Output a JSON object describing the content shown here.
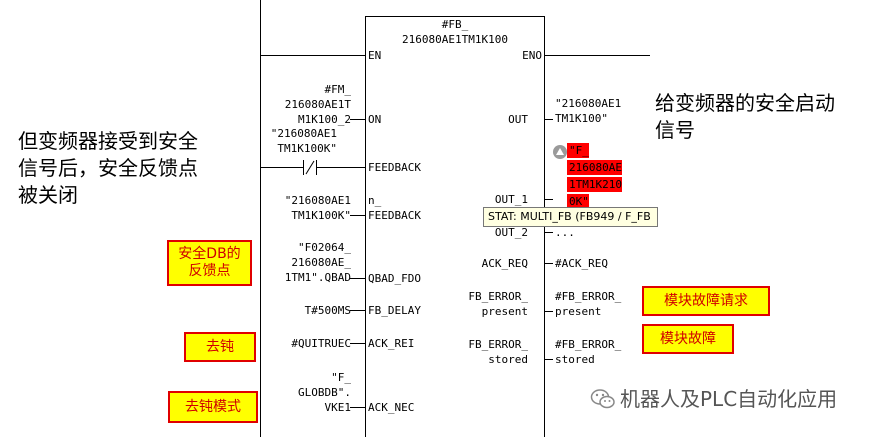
{
  "block": {
    "instance": "#FB_\n216080AE1TM1K100",
    "en": "EN",
    "eno": "ENO"
  },
  "inputs": [
    {
      "pin": "ON",
      "actual": "#FM_\n216080AE1T\nM1K100_2"
    },
    {
      "pin": "FEEDBACK",
      "actual": "\"216080AE1\nTM1K100K\""
    },
    {
      "pin": "n_\nFEEDBACK",
      "actual": "\"216080AE1\nTM1K100K\""
    },
    {
      "pin": "QBAD_FDO",
      "actual": "\"F02064_\n216080AE_\n1TM1\".QBAD"
    },
    {
      "pin": "FB_DELAY",
      "actual": "T#500MS"
    },
    {
      "pin": "ACK_REI",
      "actual": "#QUITRUEC"
    },
    {
      "pin": "ACK_NEC",
      "actual": "\"F_\nGLOBDB\".\nVKE1"
    }
  ],
  "outputs": [
    {
      "pin": "OUT",
      "actual": "\"216080AE1\nTM1K100\""
    },
    {
      "pin": "OUT_1",
      "actual": "\"F_\n216080AE\n1TM1K210\n0K\""
    },
    {
      "pin": "OUT_2",
      "actual": "..."
    },
    {
      "pin": "ACK_REQ",
      "actual": "#ACK_REQ"
    },
    {
      "pin": "FB_ERROR_\npresent",
      "actual": "#FB_ERROR_\npresent"
    },
    {
      "pin": "FB_ERROR_\nstored",
      "actual": "#FB_ERROR_\nstored"
    }
  ],
  "tooltip": "STAT: MULTI_FB (FB949 / F_FB",
  "contact_symbol": "/",
  "annotations": {
    "left_note": "但变频器接受到安全\n信号后，安全反馈点\n被关闭",
    "right_note": "给变频器的安全启动\n信号",
    "label_db": "安全DB的\n反馈点",
    "label_quit": "去钝",
    "label_quit_mode": "去钝模式",
    "label_fault_req": "模块故障请求",
    "label_fault": "模块故障"
  },
  "watermark": "机器人及PLC自动化应用",
  "colors": {
    "highlight_bg": "#ffff00",
    "highlight_border": "#e00000",
    "highlight_text": "#d00000",
    "marked_bg": "#ff0000"
  }
}
